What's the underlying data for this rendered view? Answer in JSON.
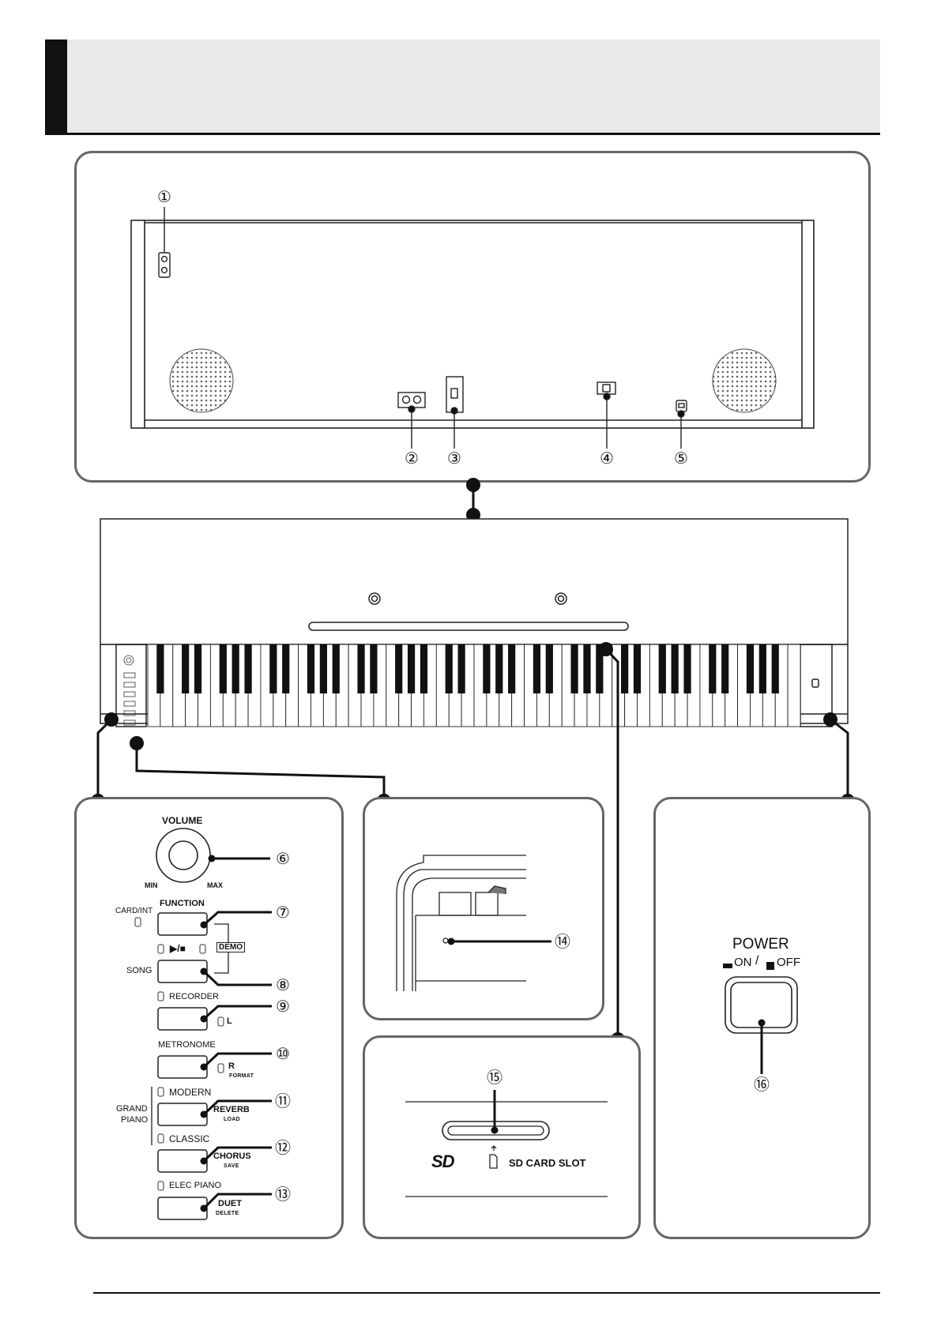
{
  "callouts": [
    "①",
    "②",
    "③",
    "④",
    "⑤",
    "⑥",
    "⑦",
    "⑧",
    "⑨",
    "⑩",
    "⑪",
    "⑫",
    "⑬",
    "⑭",
    "⑮",
    "⑯"
  ],
  "controls": {
    "volume": "VOLUME",
    "min": "MIN",
    "max": "MAX",
    "function": "FUNCTION",
    "card_int": "CARD/INT",
    "demo": "DEMO",
    "play_stop": "▶/■",
    "song": "SONG",
    "recorder": "RECORDER",
    "l": "L",
    "metronome": "METRONOME",
    "r": "R",
    "format": "FORMAT",
    "grand": "GRAND",
    "piano": "PIANO",
    "modern": "MODERN",
    "reverb": "REVERB",
    "load": "LOAD",
    "classic": "CLASSIC",
    "chorus": "CHORUS",
    "save": "SAVE",
    "elec_piano": "ELEC PIANO",
    "duet": "DUET",
    "delete": "DELETE"
  },
  "sd": {
    "logo": "SD",
    "slot_label": "SD CARD SLOT"
  },
  "power": {
    "title": "POWER",
    "on": "ON",
    "off": "OFF"
  },
  "colors": {
    "panel_border": "#666666",
    "header_band": "#e9e9e9",
    "ink": "#111111"
  }
}
